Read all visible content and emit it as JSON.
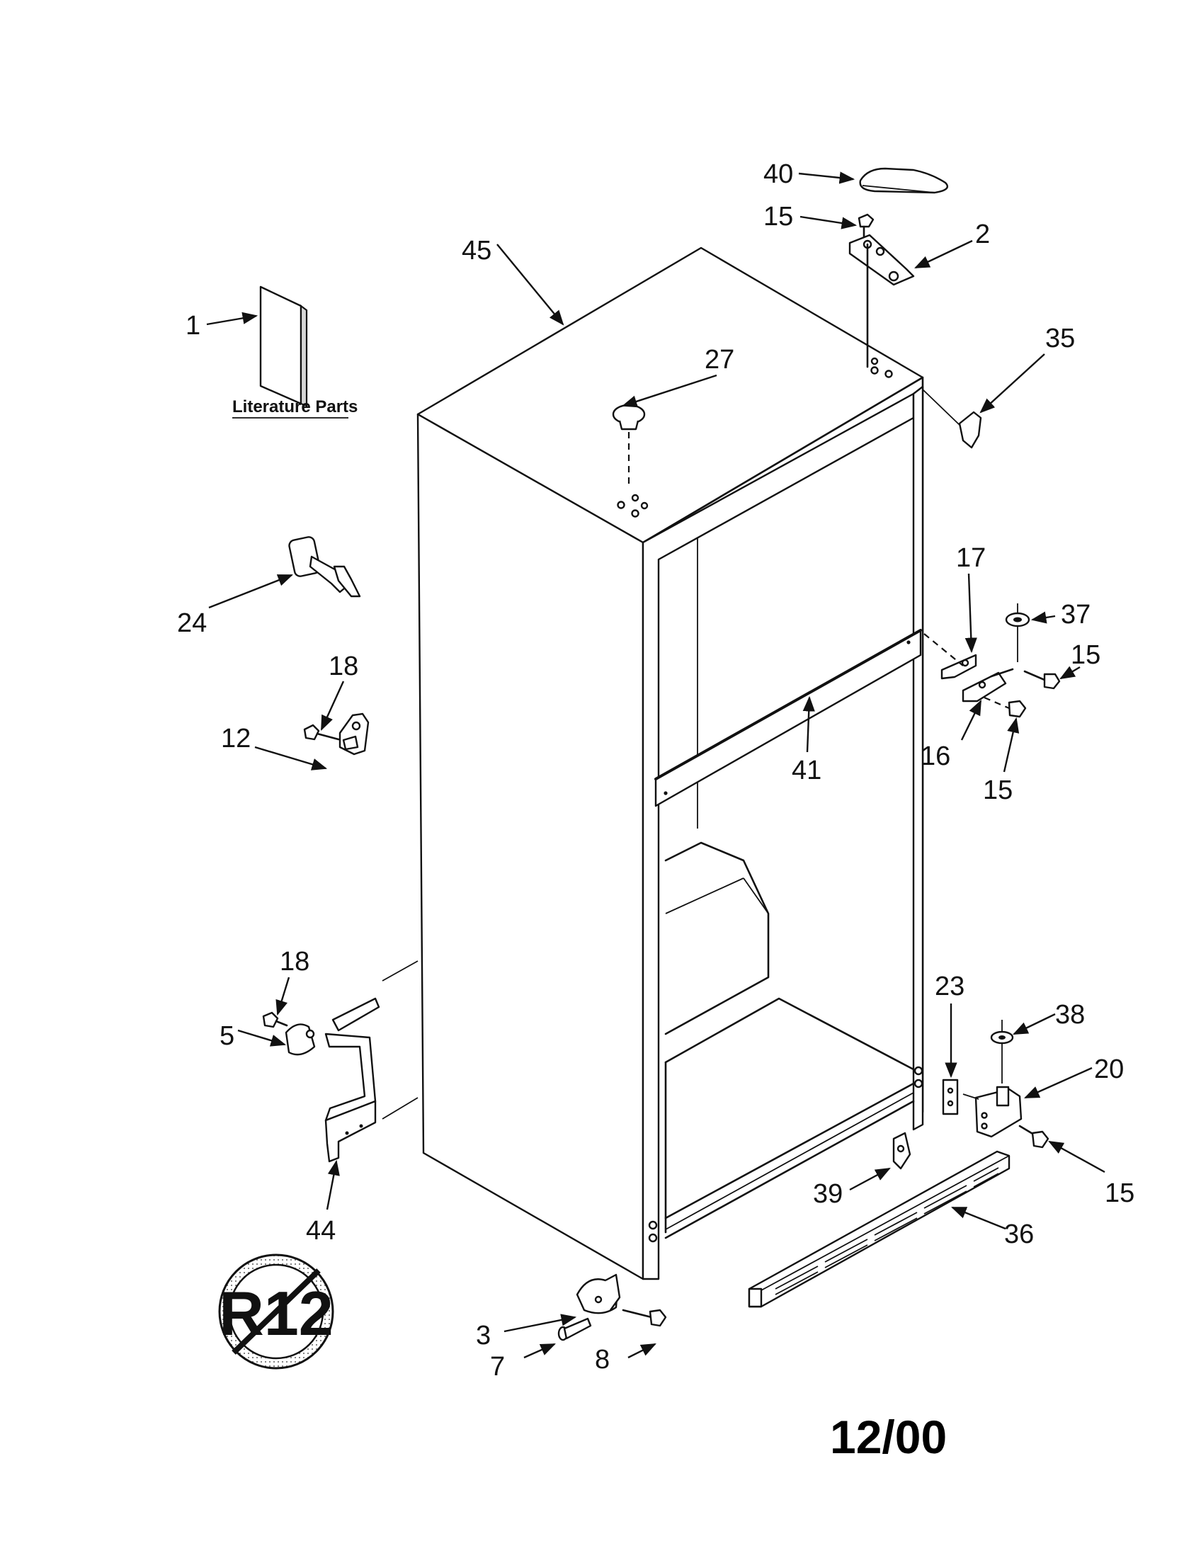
{
  "labels": {
    "literature": "Literature Parts",
    "date": "12/00",
    "badge": "R12"
  },
  "callouts": [
    "45",
    "40",
    "15",
    "2",
    "1",
    "27",
    "35",
    "24",
    "17",
    "37",
    "15",
    "18",
    "12",
    "41",
    "16",
    "15",
    "18",
    "5",
    "23",
    "38",
    "20",
    "44",
    "39",
    "36",
    "15",
    "3",
    "7",
    "8"
  ],
  "icons": {
    "badge": "no-r12-refrigerant-icon"
  },
  "colors": {
    "line": "#111111",
    "background": "#ffffff"
  }
}
